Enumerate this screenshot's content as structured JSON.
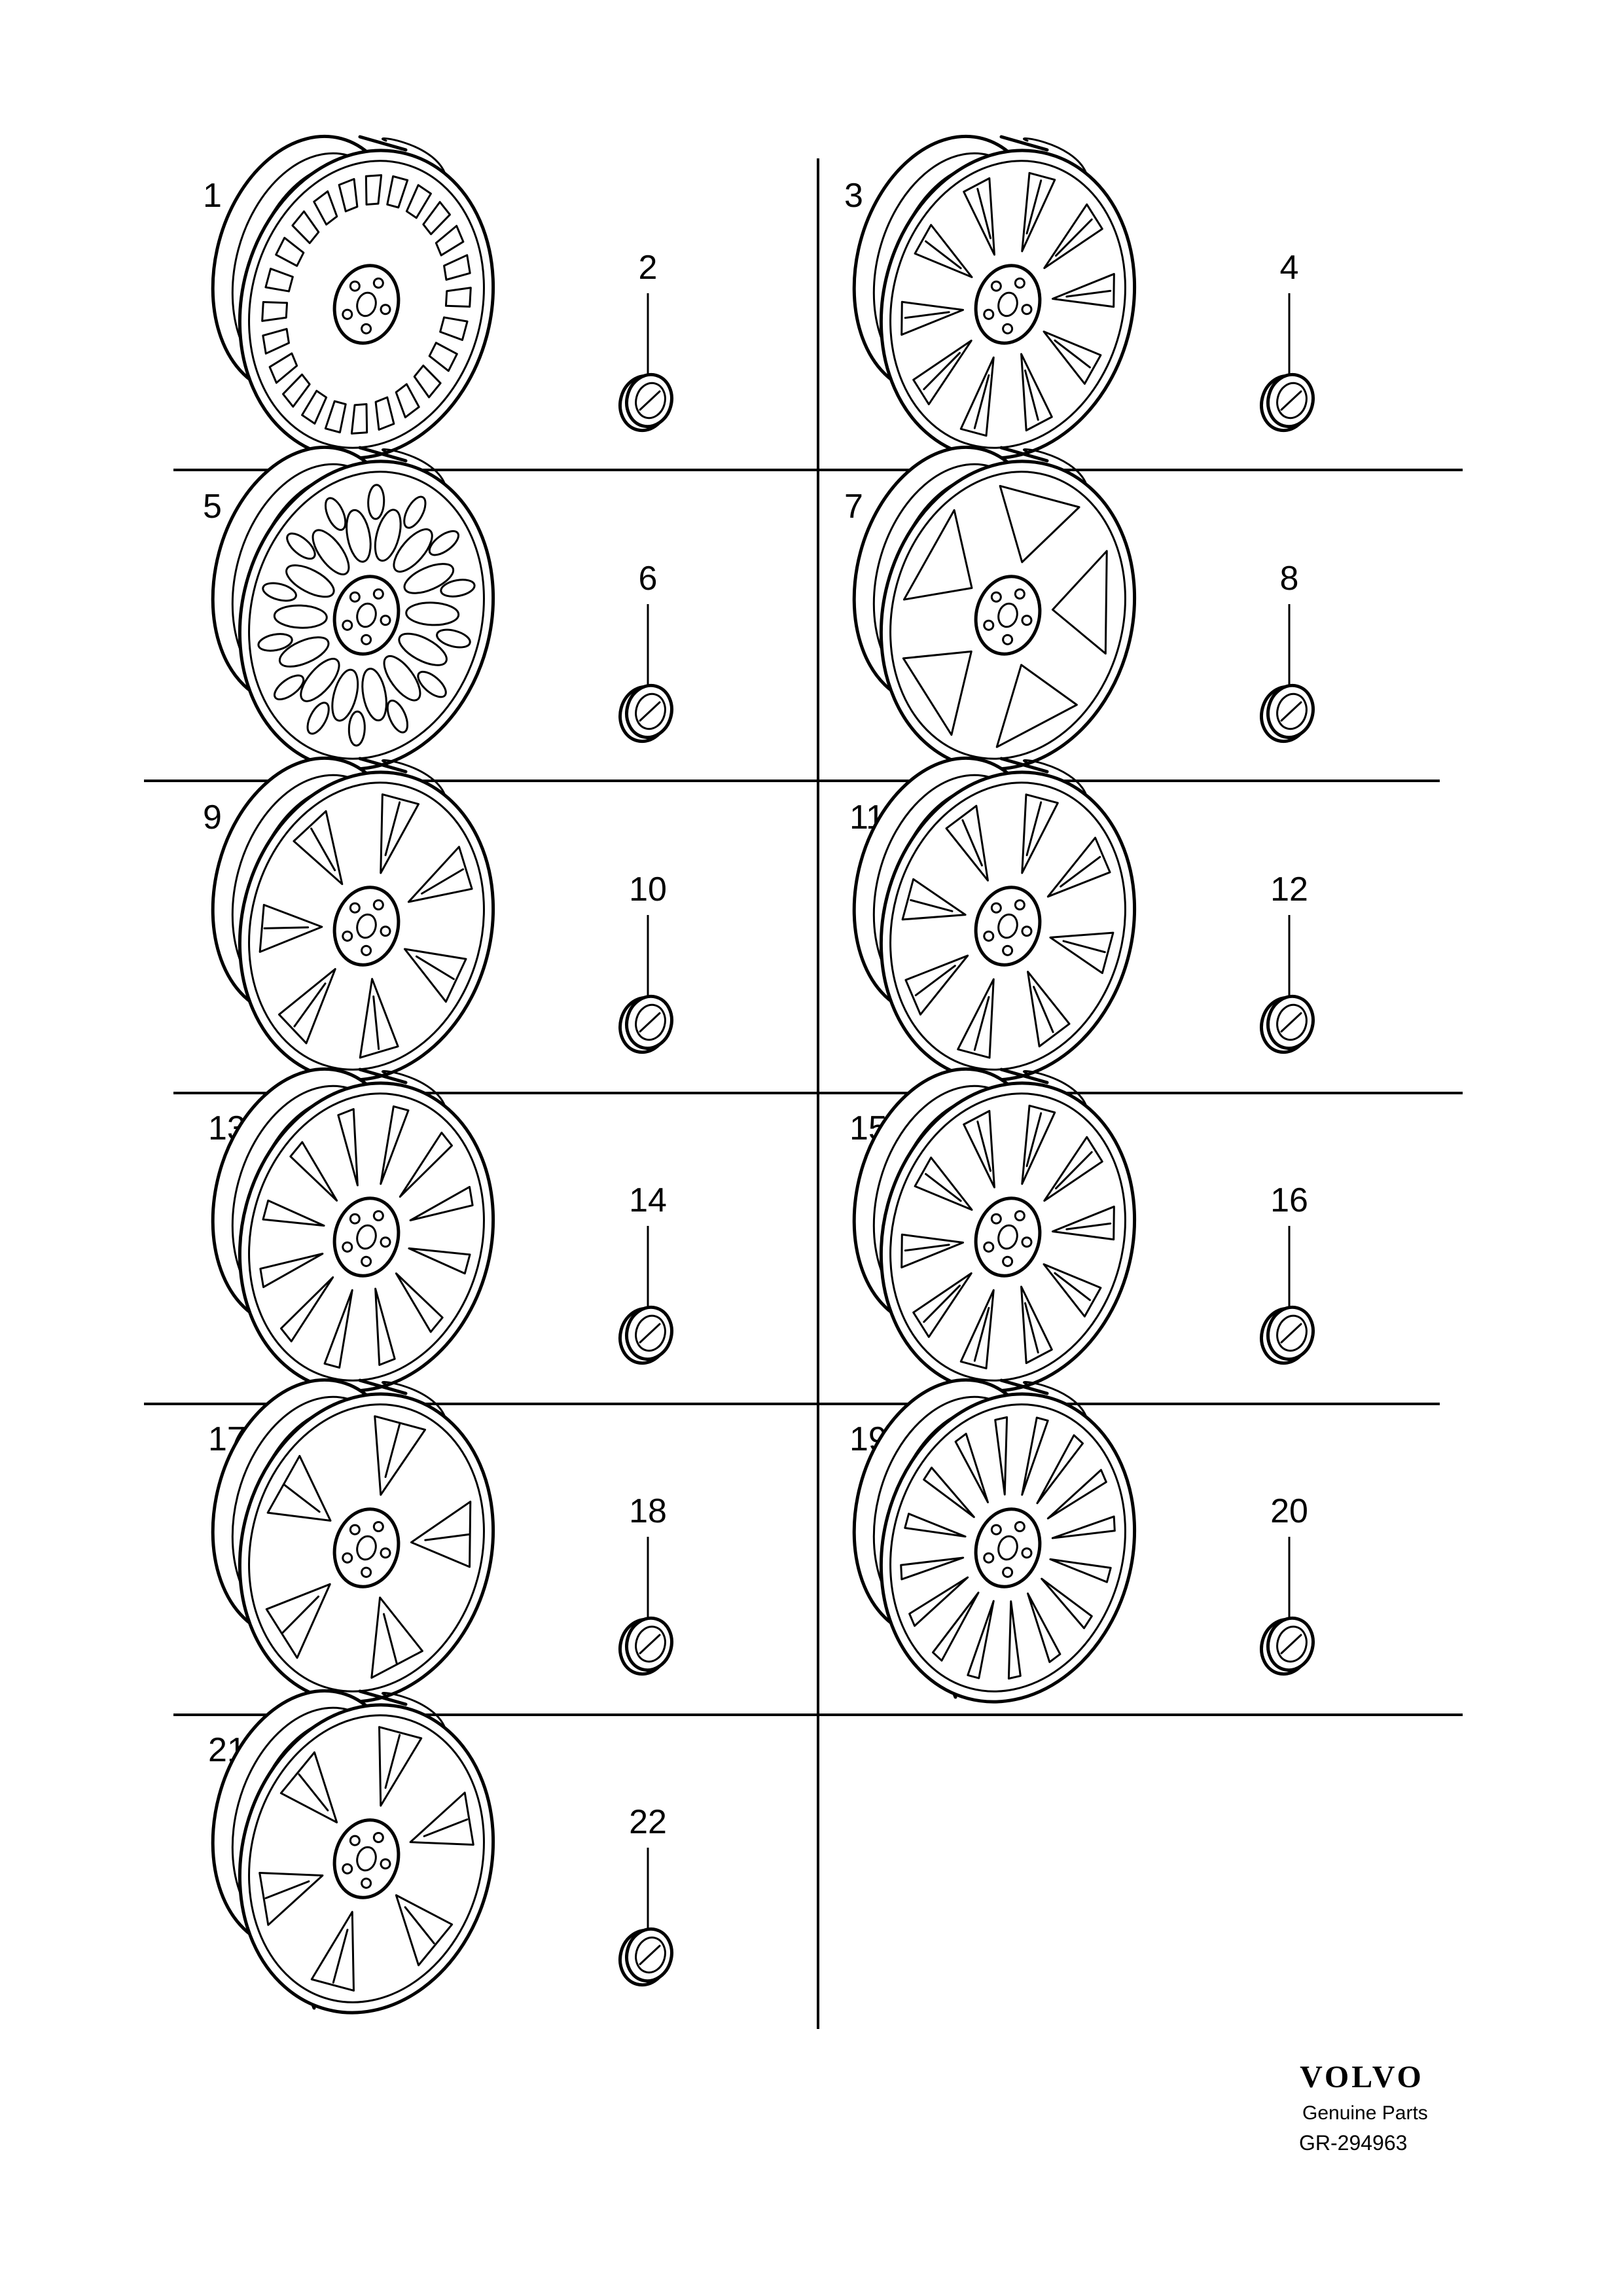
{
  "parts": [
    {
      "wheel": "1",
      "cap": "2",
      "style": "slots",
      "spokes": 24
    },
    {
      "wheel": "3",
      "cap": "4",
      "style": "y",
      "spokes": 10
    },
    {
      "wheel": "5",
      "cap": "6",
      "style": "oval",
      "spokes": 14
    },
    {
      "wheel": "7",
      "cap": "8",
      "style": "blade",
      "spokes": 5
    },
    {
      "wheel": "9",
      "cap": "10",
      "style": "v",
      "spokes": 7
    },
    {
      "wheel": "11",
      "cap": "12",
      "style": "split",
      "spokes": 8
    },
    {
      "wheel": "13",
      "cap": "14",
      "style": "multi",
      "spokes": 12
    },
    {
      "wheel": "15",
      "cap": "16",
      "style": "y",
      "spokes": 10
    },
    {
      "wheel": "17",
      "cap": "18",
      "style": "v",
      "spokes": 5
    },
    {
      "wheel": "19",
      "cap": "20",
      "style": "multi",
      "spokes": 16
    },
    {
      "wheel": "21",
      "cap": "22",
      "style": "split",
      "spokes": 6
    }
  ],
  "footer": {
    "brand": "VOLVO",
    "tagline": "Genuine Parts",
    "drawing_number": "GR-294963"
  }
}
